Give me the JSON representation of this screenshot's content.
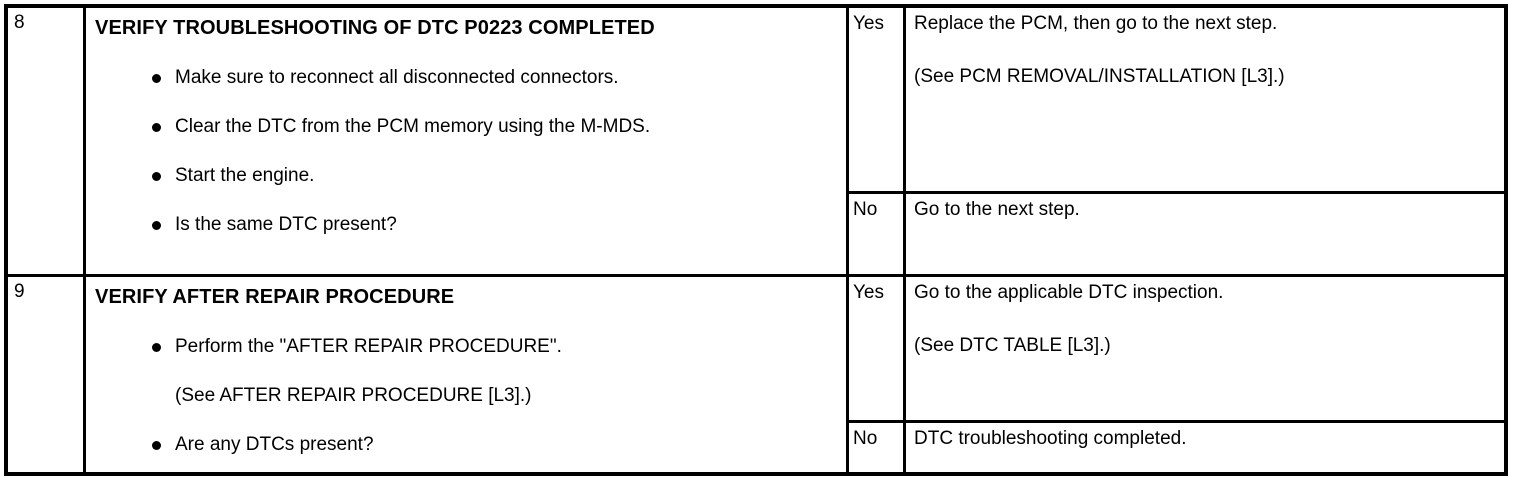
{
  "document": {
    "type": "dtc-troubleshooting-table",
    "colors": {
      "border": "#000000",
      "text": "#000000",
      "background": "#ffffff"
    }
  },
  "steps": [
    {
      "number": "8",
      "title": "VERIFY TROUBLESHOOTING OF DTC P0223 COMPLETED",
      "bullets": [
        "Make sure to reconnect all disconnected connectors.",
        "Clear the DTC from the PCM memory using the M-MDS.",
        "Start the engine.",
        "Is the same DTC present?"
      ],
      "answers": [
        {
          "label": "Yes",
          "line1": "Replace the PCM, then go to the next step.",
          "line2": "(See PCM REMOVAL/INSTALLATION [L3].)"
        },
        {
          "label": "No",
          "line1": "Go to the next step.",
          "line2": ""
        }
      ]
    },
    {
      "number": "9",
      "title": "VERIFY AFTER REPAIR PROCEDURE",
      "bullets": [
        "Perform the \"AFTER REPAIR PROCEDURE\".",
        "Are any DTCs present?"
      ],
      "note": "(See AFTER REPAIR PROCEDURE [L3].)",
      "answers": [
        {
          "label": "Yes",
          "line1": "Go to the applicable DTC inspection.",
          "line2": "(See DTC TABLE [L3].)"
        },
        {
          "label": "No",
          "line1": "DTC troubleshooting completed.",
          "line2": ""
        }
      ]
    }
  ]
}
